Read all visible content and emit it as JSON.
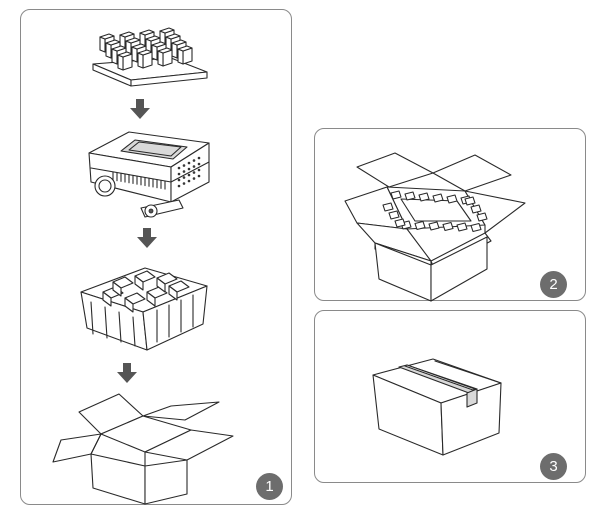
{
  "steps": [
    {
      "number": "1"
    },
    {
      "number": "2"
    },
    {
      "number": "3"
    }
  ],
  "colors": {
    "panel_border": "#8a8a8a",
    "badge_fill": "#6d6d6d",
    "badge_text": "#ffffff",
    "arrow": "#555555"
  },
  "icons": [
    "foam-insert-icon",
    "mixer-unit-icon",
    "packaging-tray-icon",
    "open-box-icon",
    "packed-open-box-icon",
    "sealed-box-icon",
    "down-arrow-icon"
  ]
}
